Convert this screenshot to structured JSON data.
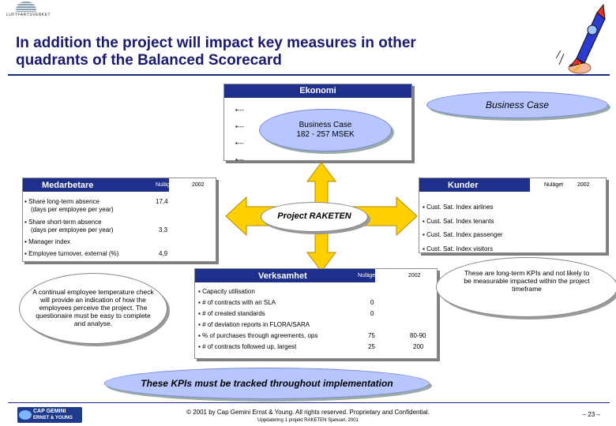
{
  "header": {
    "logo_text": "LUFTFARTSVERKET",
    "title_line1": "In addition the project will impact key measures in other",
    "title_line2": "quadrants of the Balanced Scorecard"
  },
  "ekonomi": {
    "title": "Ekonomi",
    "items": [
      "▪---",
      "▪---",
      "▪---",
      "▪---"
    ],
    "business_case_label": "Business Case",
    "cloud_line1": "Business Case",
    "cloud_line2": "182 - 257 MSEK"
  },
  "medarbetare": {
    "title": "Medarbetare",
    "col_now": "Nuläget",
    "col_2002": "2002",
    "rows": [
      {
        "label1": "Share long-term absence",
        "label2": "(days per employee per year)",
        "now": "17,4"
      },
      {
        "label1": "Share short-term absence",
        "label2": "(days per employee per year)",
        "now": "3,3"
      },
      {
        "label1": "Manager index",
        "label2": "",
        "now": ""
      },
      {
        "label1": "Employee turnover, external (%)",
        "label2": "",
        "now": "4,9"
      }
    ]
  },
  "kunder": {
    "title": "Kunder",
    "col_now": "Nuläget",
    "col_2002": "2002",
    "items": [
      "Cust. Sat. Index airlines",
      "Cust. Sat. Index tenants",
      "Cust. Sat. Index passenger",
      "Cust. Sat. Index visitors"
    ]
  },
  "project": {
    "label": "Project RAKETEN"
  },
  "verksamhet": {
    "title": "Verksamhet",
    "col_now": "Nuläget",
    "col_2002": "2002",
    "rows": [
      {
        "label": "Capacity utilisation",
        "now": "",
        "target": ""
      },
      {
        "label": "# of contracts with an SLA",
        "now": "0",
        "target": ""
      },
      {
        "label": "# of created standards",
        "now": "0",
        "target": ""
      },
      {
        "label": "# of deviation reports in FLORA/SARA",
        "now": "",
        "target": ""
      },
      {
        "label": "% of purchases through agreements, ops",
        "now": "75",
        "target": "80-90"
      },
      {
        "label": "# of contracts followed up, largest",
        "now": "25",
        "target": "200"
      }
    ]
  },
  "notes": {
    "left_cloud": "A continual employee temperature check will provide an indication of how the employees perceive the project. The questionaire must be easy to complete and analyse.",
    "right_cloud": "These are long-term KPIs and not likely to be measurable impacted within the project timeframe",
    "banner": "These KPIs must be tracked throughout implementation"
  },
  "footer": {
    "logo_line1": "CAP GEMINI",
    "logo_line2": "ERNST & YOUNG",
    "copyright": "© 2001 by Cap Gemini Ernst & Young. All rights reserved. Proprietary and Confidential.",
    "subline": "Uppdatering 1 projekt RAKETEN Sjanuari, 2001",
    "page": "– 23 –"
  },
  "colors": {
    "title": "#1a1a6e",
    "header_bg": "#1e2f8c",
    "cloud": "#b7c6ff",
    "arrow": "#ffd000"
  }
}
